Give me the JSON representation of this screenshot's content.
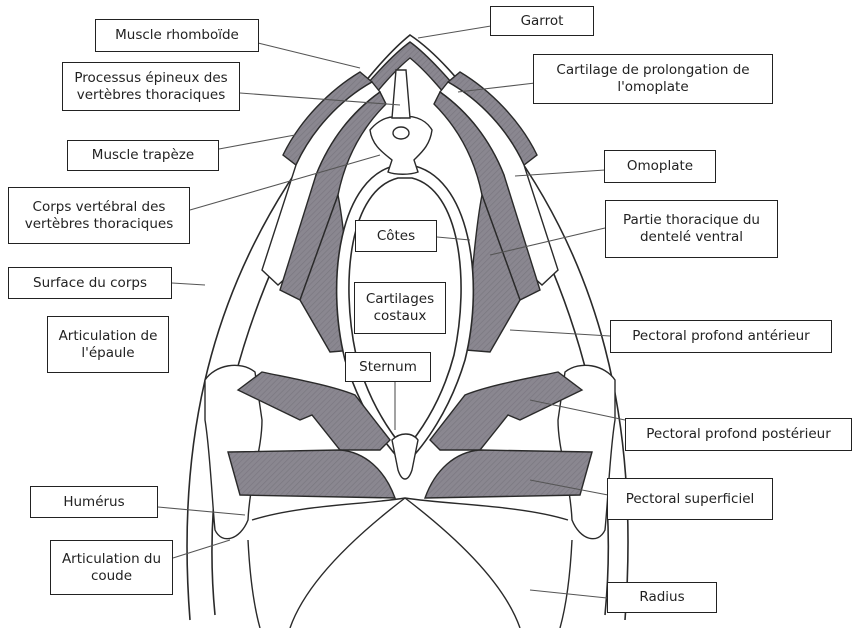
{
  "diagram": {
    "labels": {
      "garrot": [
        "Garrot"
      ],
      "muscle_rhomboide": [
        "Muscle rhomboïde"
      ],
      "processus_epineux": [
        "Processus épineux des",
        "vertèbres thoraciques"
      ],
      "cartilage_omoplate": [
        "Cartilage de prolongation de",
        "l'omoplate"
      ],
      "muscle_trapeze": [
        "Muscle trapèze"
      ],
      "omoplate": [
        "Omoplate"
      ],
      "corps_vertebral": [
        "Corps vertébral des",
        "vertèbres thoraciques"
      ],
      "partie_thoracique": [
        "Partie thoracique du",
        "dentelé ventral"
      ],
      "cotes": [
        "Côtes"
      ],
      "surface_corps": [
        "Surface du corps"
      ],
      "cartilages_costaux": [
        "Cartilages",
        "costaux"
      ],
      "articulation_epaule": [
        "Articulation de",
        "l'épaule"
      ],
      "pectoral_profond_anterieur": [
        "Pectoral profond antérieur"
      ],
      "sternum": [
        "Sternum"
      ],
      "pectoral_profond_posterieur": [
        "Pectoral profond postérieur"
      ],
      "humerus": [
        "Humérus"
      ],
      "pectoral_superficiel": [
        "Pectoral superficiel"
      ],
      "articulation_coude": [
        "Articulation du",
        "coude"
      ],
      "radius": [
        "Radius"
      ]
    },
    "colors": {
      "muscle_fill": "#8a8790",
      "outline": "#2a2a2a",
      "bone_fill": "#ffffff"
    }
  }
}
